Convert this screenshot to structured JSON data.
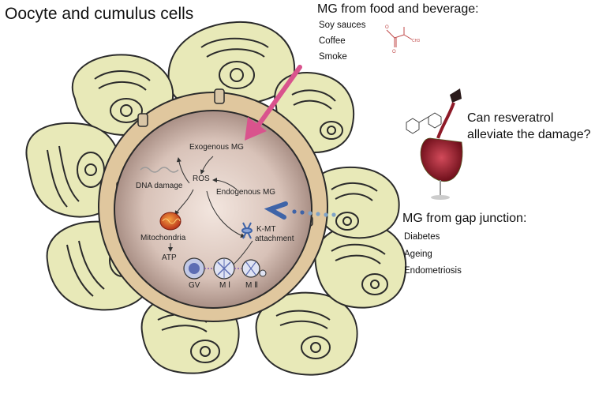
{
  "title": "Oocyte and cumulus cells",
  "food_section": {
    "heading": "MG from food and beverage:",
    "items": [
      "Soy sauces",
      "Coffee",
      "Smoke"
    ]
  },
  "question": {
    "line1": "Can resveratrol",
    "line2": "alleviate the damage?"
  },
  "gap_section": {
    "heading": "MG from gap junction:",
    "items": [
      "Diabetes",
      "Ageing",
      "Endometriosis"
    ]
  },
  "oocyte_labels": {
    "exogenous_mg": "Exogenous MG",
    "ros": "ROS",
    "endogenous_mg": "Endogenous MG",
    "dna_damage": "DNA damage",
    "mitochondria": "Mitochondria",
    "atp": "ATP",
    "kmt_line1": "K-MT",
    "kmt_line2": "attachment",
    "gv": "GV",
    "mi": "M Ⅰ",
    "mii": "M Ⅱ"
  },
  "colors": {
    "cumulus_fill": "#e8e9b8",
    "zona_fill": "#e0c79e",
    "cytoplasm_center": "#f3e6df",
    "cytoplasm_edge": "#a98f85",
    "arrow_pink": "#d9538d",
    "arrow_blue": "#3f64a8"
  }
}
